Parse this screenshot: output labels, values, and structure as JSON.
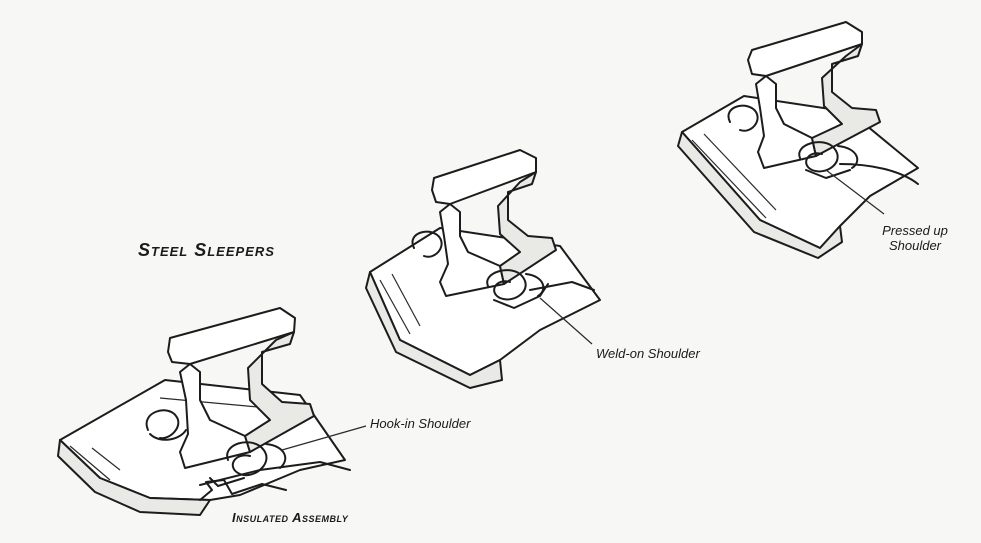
{
  "title": "Steel Sleepers",
  "assemblies": [
    {
      "id": "insulated",
      "caption": "Insulated Assembly",
      "shoulder_label": "Hook-in Shoulder"
    },
    {
      "id": "weld",
      "shoulder_label": "Weld-on Shoulder"
    },
    {
      "id": "pressed",
      "shoulder_label_lines": [
        "Pressed up",
        "Shoulder"
      ]
    }
  ]
}
